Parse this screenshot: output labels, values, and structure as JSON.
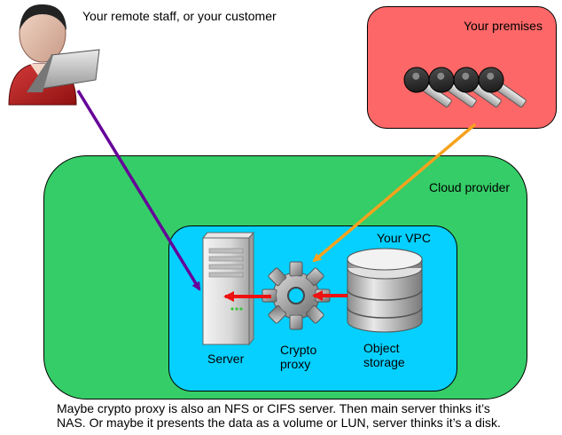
{
  "labels": {
    "remote_staff": "Your remote staff, or your customer",
    "premises": "Your premises",
    "cloud_provider": "Cloud provider",
    "vpc": "Your VPC",
    "server": "Server",
    "crypto_proxy_line1": "Crypto",
    "crypto_proxy_line2": "proxy",
    "object_storage_line1": "Object",
    "object_storage_line2": "storage"
  },
  "caption": {
    "line1": "Maybe crypto proxy is also an NFS or CIFS server. Then main server thinks it’s",
    "line2": "NAS. Or maybe it presents the data as a volume or LUN, server thinks it’s a disk."
  },
  "colors": {
    "premises": "#fe6767",
    "cloud": "#35cd67",
    "vpc": "#05d0ff",
    "user_arrow": "#660099",
    "key_arrow": "#f5a21e",
    "data_arrow": "#ee1111"
  },
  "icons": {
    "user": "person-laptop-icon",
    "keys": "keys-icon",
    "server": "server-tower-icon",
    "proxy": "gear-icon",
    "storage": "database-icon"
  }
}
